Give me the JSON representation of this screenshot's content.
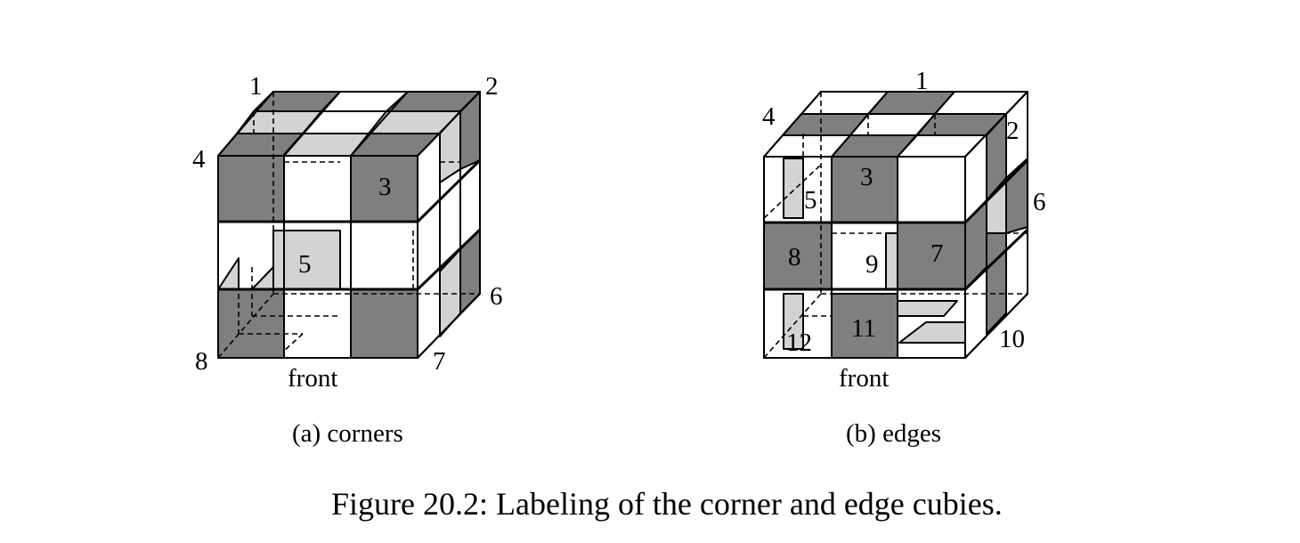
{
  "colors": {
    "dark": "#7f7f7f",
    "light": "#d3d3d3",
    "white": "#ffffff",
    "line": "#000000"
  },
  "corners": {
    "vertex_labels": [
      "1",
      "2",
      "4",
      "6",
      "7",
      "8"
    ],
    "face_labels": [
      "3",
      "5"
    ],
    "front_label": "front",
    "subcaption": "(a) corners"
  },
  "edges": {
    "labels": [
      "1",
      "2",
      "3",
      "4",
      "5",
      "6",
      "7",
      "8",
      "9",
      "10",
      "11",
      "12"
    ],
    "front_label": "front",
    "subcaption": "(b) edges"
  },
  "caption": "Figure 20.2: Labeling of the corner and edge cubies."
}
